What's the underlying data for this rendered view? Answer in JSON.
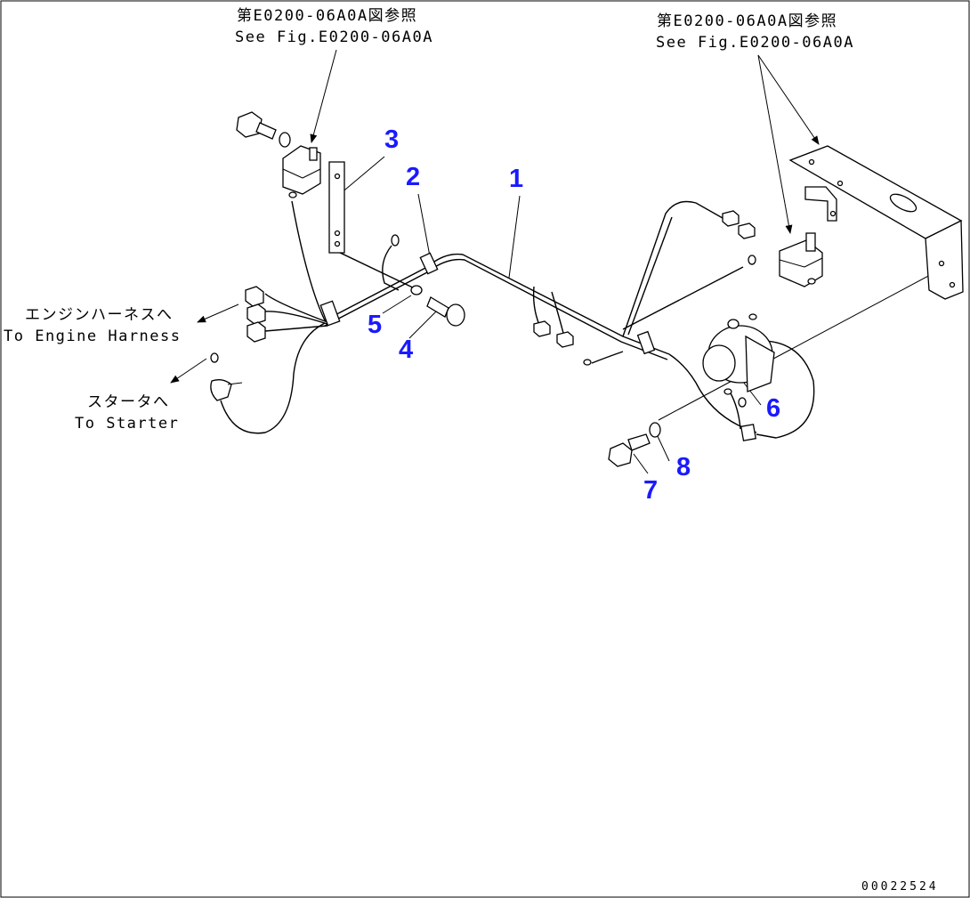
{
  "references": {
    "left_jp": "第E0200-06A0A図参照",
    "left_en": "See Fig.E0200-06A0A",
    "right_jp": "第E0200-06A0A図参照",
    "right_en": "See Fig.E0200-06A0A"
  },
  "destinations": {
    "engine_jp": "エンジンハーネスへ",
    "engine_en": "To Engine Harness",
    "starter_jp": "スタータへ",
    "starter_en": "To Starter"
  },
  "callouts": [
    "1",
    "2",
    "3",
    "4",
    "5",
    "6",
    "7",
    "8"
  ],
  "doc_number": "00022524",
  "colors": {
    "callout": "#1a1aff",
    "line": "#000000",
    "background": "#ffffff"
  }
}
